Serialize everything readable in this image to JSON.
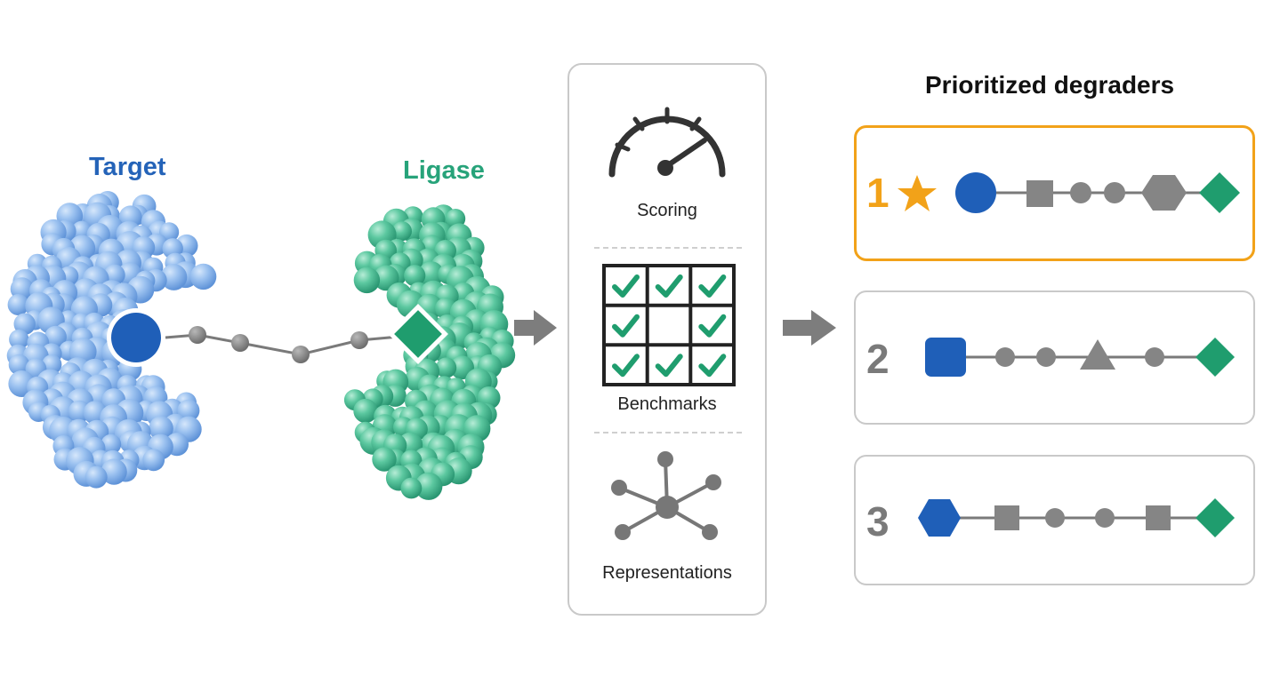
{
  "labels": {
    "target": "Target",
    "ligase": "Ligase"
  },
  "panel": {
    "sections": [
      {
        "label": "Scoring",
        "icon": "gauge-icon"
      },
      {
        "label": "Benchmarks",
        "icon": "checkmark-grid-icon"
      },
      {
        "label": "Representations",
        "icon": "network-graph-icon"
      }
    ]
  },
  "results": {
    "title": "Prioritized degraders",
    "items": [
      {
        "rank": "1",
        "highlight": true,
        "badge": "star-icon",
        "chain": [
          "circle",
          "square",
          "dot",
          "dot",
          "hexagon",
          "diamond"
        ]
      },
      {
        "rank": "2",
        "highlight": false,
        "chain": [
          "rounded-square",
          "dot",
          "dot",
          "triangle",
          "dot",
          "diamond"
        ]
      },
      {
        "rank": "3",
        "highlight": false,
        "chain": [
          "hexagon",
          "square",
          "dot",
          "dot",
          "square",
          "diamond"
        ]
      }
    ]
  },
  "colors": {
    "target_blue": "#2463b8",
    "target_surface": "#8fb8ee",
    "ligase_green": "#27a37a",
    "ligase_surface": "#53c29a",
    "highlight_orange": "#f2a219",
    "linker_gray": "#7a7a7a",
    "check_green": "#1f9d6e"
  }
}
